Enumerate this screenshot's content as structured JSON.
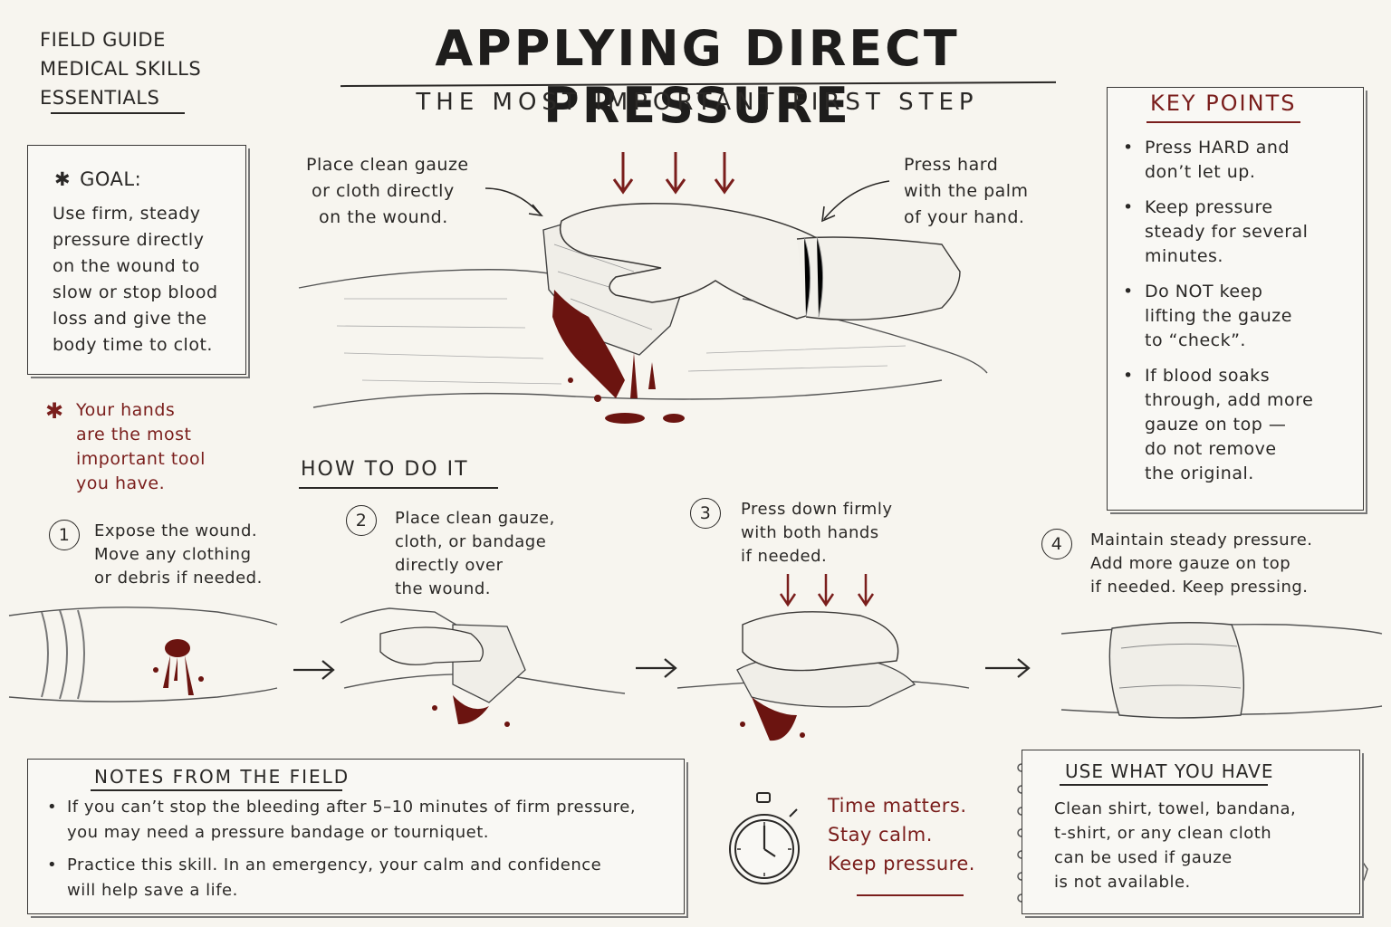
{
  "corner": {
    "line1": "FIELD GUIDE",
    "line2": "MEDICAL SKILLS",
    "line3": "ESSENTIALS"
  },
  "header": {
    "title": "APPLYING DIRECT PRESSURE",
    "subtitle": "THE MOST IMPORTANT FIRST STEP"
  },
  "goal": {
    "heading": "GOAL:",
    "lines": [
      "Use firm, steady",
      "pressure directly",
      "on the wound to",
      "slow or stop blood",
      "loss and give the",
      "body time to clot."
    ]
  },
  "tip": {
    "lines": [
      "Your hands",
      "are the most",
      "important tool",
      "you have."
    ]
  },
  "callouts": {
    "left": [
      "Place clean gauze",
      "or cloth directly",
      "on the wound."
    ],
    "right": [
      "Press hard",
      "with the palm",
      "of your hand."
    ]
  },
  "key_points": {
    "heading": "KEY POINTS",
    "items": [
      [
        "Press HARD and",
        "don’t let up."
      ],
      [
        "Keep pressure",
        "steady for several",
        "minutes."
      ],
      [
        "Do NOT keep",
        "lifting the gauze",
        "to “check”."
      ],
      [
        "If blood soaks",
        "through, add more",
        "gauze on top —",
        "do not remove",
        "the original."
      ]
    ]
  },
  "how_to": {
    "heading": "HOW TO DO IT",
    "steps": [
      {
        "num": "1",
        "lines": [
          "Expose the wound.",
          "Move any clothing",
          "or debris if needed."
        ]
      },
      {
        "num": "2",
        "lines": [
          "Place clean gauze,",
          "cloth, or bandage",
          "directly over",
          "the wound."
        ]
      },
      {
        "num": "3",
        "lines": [
          "Press down firmly",
          "with both hands",
          "if needed."
        ]
      },
      {
        "num": "4",
        "lines": [
          "Maintain steady pressure.",
          "Add more gauze on top",
          "if needed. Keep pressing."
        ]
      }
    ]
  },
  "notes": {
    "heading": "NOTES FROM THE FIELD",
    "items": [
      [
        "If you can’t stop the bleeding after 5–10 minutes of firm pressure,",
        "you may need a pressure bandage or tourniquet."
      ],
      [
        "Practice this skill. In an emergency, your calm and confidence",
        "will help save a life."
      ]
    ]
  },
  "time_note": {
    "lines": [
      "Time matters.",
      "Stay calm.",
      "Keep pressure."
    ]
  },
  "use_what": {
    "heading": "USE WHAT YOU HAVE",
    "lines": [
      "Clean shirt, towel, bandana,",
      "t-shirt, or any clean cloth",
      "can be used if gauze",
      "is not available."
    ]
  },
  "colors": {
    "ink": "#2a2826",
    "accent_red": "#7a1e1c",
    "blood": "#6b1410",
    "paper": "#f7f5ef"
  },
  "icons": [
    "asterisk-icon",
    "stopwatch-icon",
    "arrow-right-icon",
    "pressure-arrow-icon",
    "folded-cloth-icon",
    "spiral-binding-icon"
  ]
}
